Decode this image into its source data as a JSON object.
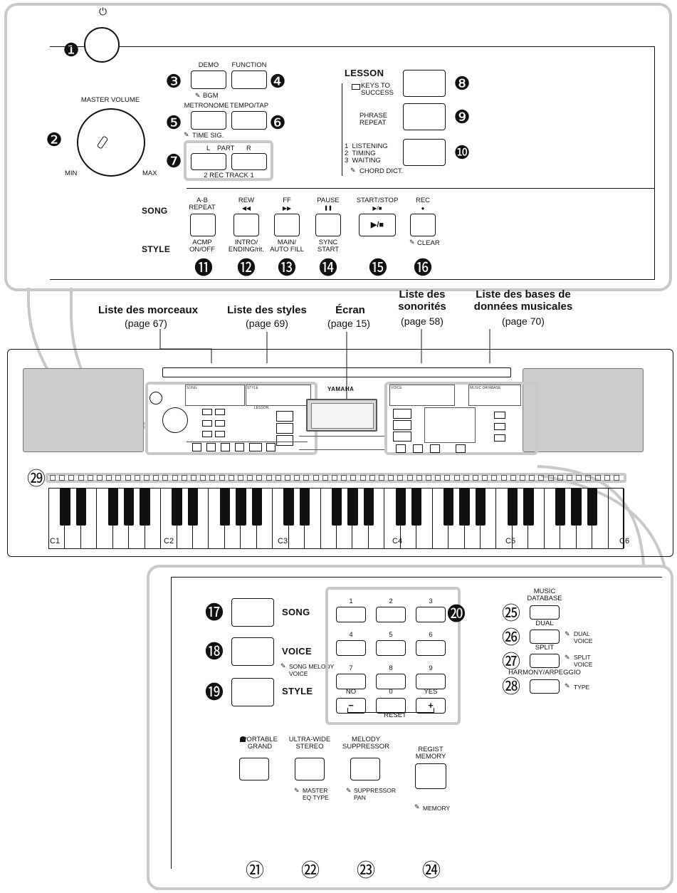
{
  "lists": [
    {
      "title": "Liste des morceaux",
      "page": "(page 67)"
    },
    {
      "title": "Liste des styles",
      "page": "(page 69)"
    },
    {
      "title": "Écran",
      "page": "(page 15)"
    },
    {
      "title": "Liste des\nsonorités",
      "page": "(page 58)"
    },
    {
      "title": "Liste des bases de\ndonnées musicales",
      "page": "(page 70)"
    }
  ],
  "top": {
    "power_symbol": "⏻",
    "master_volume": "MASTER VOLUME",
    "min": "MIN",
    "max": "MAX",
    "demo": "DEMO",
    "bgm": "BGM",
    "function": "FUNCTION",
    "metronome": "METRONOME",
    "time_sig": "TIME SIG.",
    "tempo_tap": "TEMPO/TAP",
    "part_l": "L",
    "part": "PART",
    "part_r": "R",
    "rec_track": "2  REC TRACK  1",
    "lesson": "LESSON",
    "keys_to_success": "KEYS TO\nSUCCESS",
    "phrase_repeat": "PHRASE\nREPEAT",
    "lesson_modes": "1  LISTENING\n2  TIMING\n3  WAITING",
    "chord_dict": "CHORD DICT.",
    "song": "SONG",
    "style": "STYLE",
    "ab_repeat": "A-B\nREPEAT",
    "rew": "REW",
    "rew_sym": "◀◀",
    "ff": "FF",
    "ff_sym": "▶▶",
    "pause": "PAUSE",
    "pause_sym": "❚❚",
    "start_stop": "START/STOP",
    "start_stop_sym": "▶/■",
    "rec": "REC",
    "rec_sym": "●",
    "acmp": "ACMP\nON/OFF",
    "intro": "INTRO/\nENDING/rit.",
    "main": "MAIN/\nAUTO FILL",
    "sync": "SYNC\nSTART",
    "clear": "CLEAR"
  },
  "bottom": {
    "song": "SONG",
    "voice": "VOICE",
    "style": "STYLE",
    "song_melody_voice": "SONG MELODY\nVOICE",
    "nums": [
      "1",
      "2",
      "3",
      "4",
      "5",
      "6",
      "7",
      "8",
      "9"
    ],
    "no": "NO",
    "zero": "0",
    "yes": "YES",
    "minus": "−",
    "plus": "+",
    "reset": "RESET",
    "music_database": "MUSIC\nDATABASE",
    "dual": "DUAL",
    "dual_voice": "DUAL\nVOICE",
    "split": "SPLIT",
    "split_voice": "SPLIT\nVOICE",
    "harmony": "HARMONY/ARPEGGIO",
    "type": "TYPE",
    "portable_grand": "PORTABLE\nGRAND",
    "ultra_wide": "ULTRA-WIDE\nSTEREO",
    "master_eq": "MASTER\nEQ TYPE",
    "melody_supp": "MELODY\nSUPPRESSOR",
    "supp_pan": "SUPPRESSOR\nPAN",
    "regist": "REGIST\nMEMORY",
    "memory": "MEMORY"
  },
  "badges": [
    "❶",
    "❷",
    "❸",
    "❹",
    "❺",
    "❻",
    "❼",
    "❽",
    "❾",
    "❿",
    "⓫",
    "⓬",
    "⓭",
    "⓮",
    "⓯",
    "⓰",
    "⓱",
    "⓲",
    "⓳",
    "⓴",
    "㉑",
    "㉒",
    "㉓",
    "㉔",
    "㉕",
    "㉖",
    "㉗",
    "㉘",
    "㉙"
  ],
  "keyboard": {
    "brand": "YAMAHA",
    "octaves": [
      "C1",
      "C2",
      "C3",
      "C4",
      "C5",
      "C6"
    ],
    "mini_song": "SONG",
    "mini_style": "STYLE",
    "mini_voice": "VOICE",
    "mini_music_db": "MUSIC DATABASE",
    "mini_lesson": "LESSON"
  }
}
